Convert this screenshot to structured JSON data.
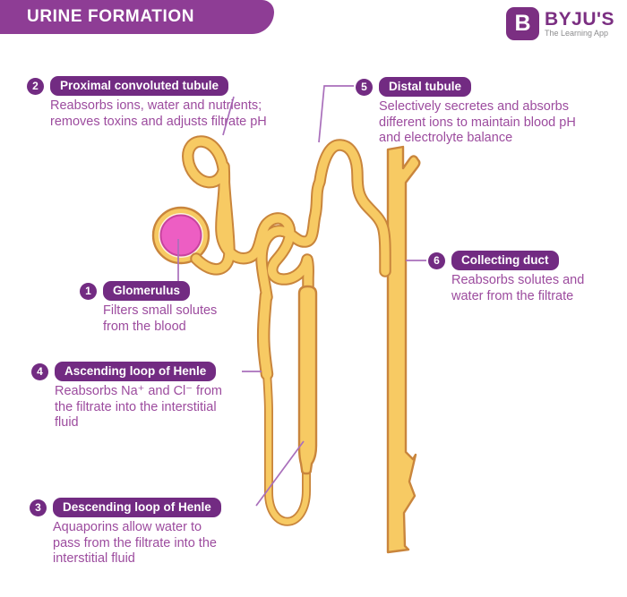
{
  "header": {
    "title": "URINE FORMATION",
    "logo": {
      "icon_letter": "B",
      "name": "BYJU'S",
      "tagline": "The Learning App"
    }
  },
  "colors": {
    "banner_purple": "#8E3D95",
    "badge_purple": "#722B82",
    "description_text_purple": "#9C4B9E",
    "leader_line_purple": "#A96FBB",
    "tubule_yellow": "#F7CA63",
    "tubule_outline_orange": "#C9853C",
    "glomerulus_pink": "#ED5EC3",
    "logo_purple": "#7B2F82",
    "logo_tagline_gray": "#8C8C8E"
  },
  "diagram": {
    "subject": "nephron urine formation",
    "labels": [
      {
        "num": "1",
        "title": "Glomerulus",
        "desc": "Filters small solutes\nfrom the blood"
      },
      {
        "num": "2",
        "title": "Proximal convoluted tubule",
        "desc": "Reabsorbs ions, water and nutrients;\nremoves toxins and adjusts filtrate pH"
      },
      {
        "num": "3",
        "title": "Descending loop of Henle",
        "desc": "Aquaporins allow water to\npass from the filtrate into the\ninterstitial fluid"
      },
      {
        "num": "4",
        "title": "Ascending loop of Henle",
        "desc": "Reabsorbs Na⁺ and Cl⁻ from\nthe filtrate into the interstitial\nfluid"
      },
      {
        "num": "5",
        "title": "Distal tubule",
        "desc": "Selectively secretes and absorbs\ndifferent ions to maintain blood pH\nand electrolyte balance"
      },
      {
        "num": "6",
        "title": "Collecting duct",
        "desc": "Reabsorbs solutes and\nwater from the filtrate"
      }
    ]
  }
}
